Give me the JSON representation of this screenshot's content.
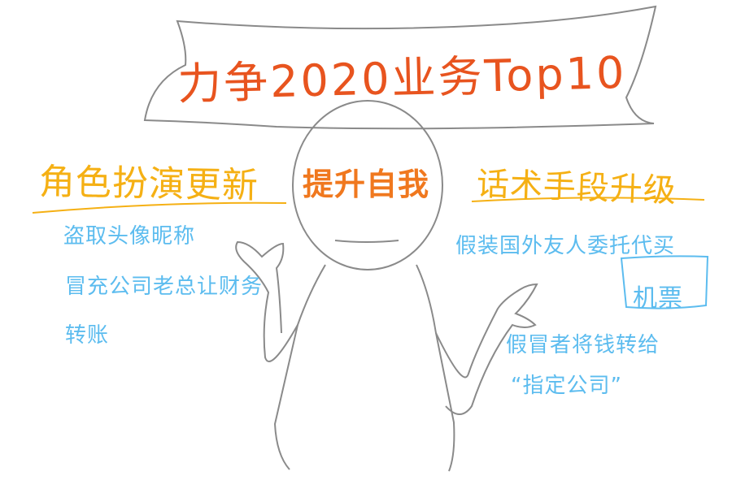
{
  "banner": {
    "title": "力争2020业务Top10"
  },
  "figure": {
    "head_label": "提升自我"
  },
  "left": {
    "heading": "角色扮演更新",
    "lines": [
      "盗取头像昵称",
      "冒充公司老总让财务",
      "转账"
    ]
  },
  "right": {
    "heading": "话术手段升级",
    "lines": [
      "假装国外友人委托代买",
      "机票",
      "假冒者将钱转给",
      "“指定公司”"
    ]
  },
  "colors": {
    "banner_text": "#e8541f",
    "head_label": "#f0781e",
    "headings": "#f5b014",
    "notes": "#5cbcef",
    "sketch": "#8a8a8a"
  }
}
